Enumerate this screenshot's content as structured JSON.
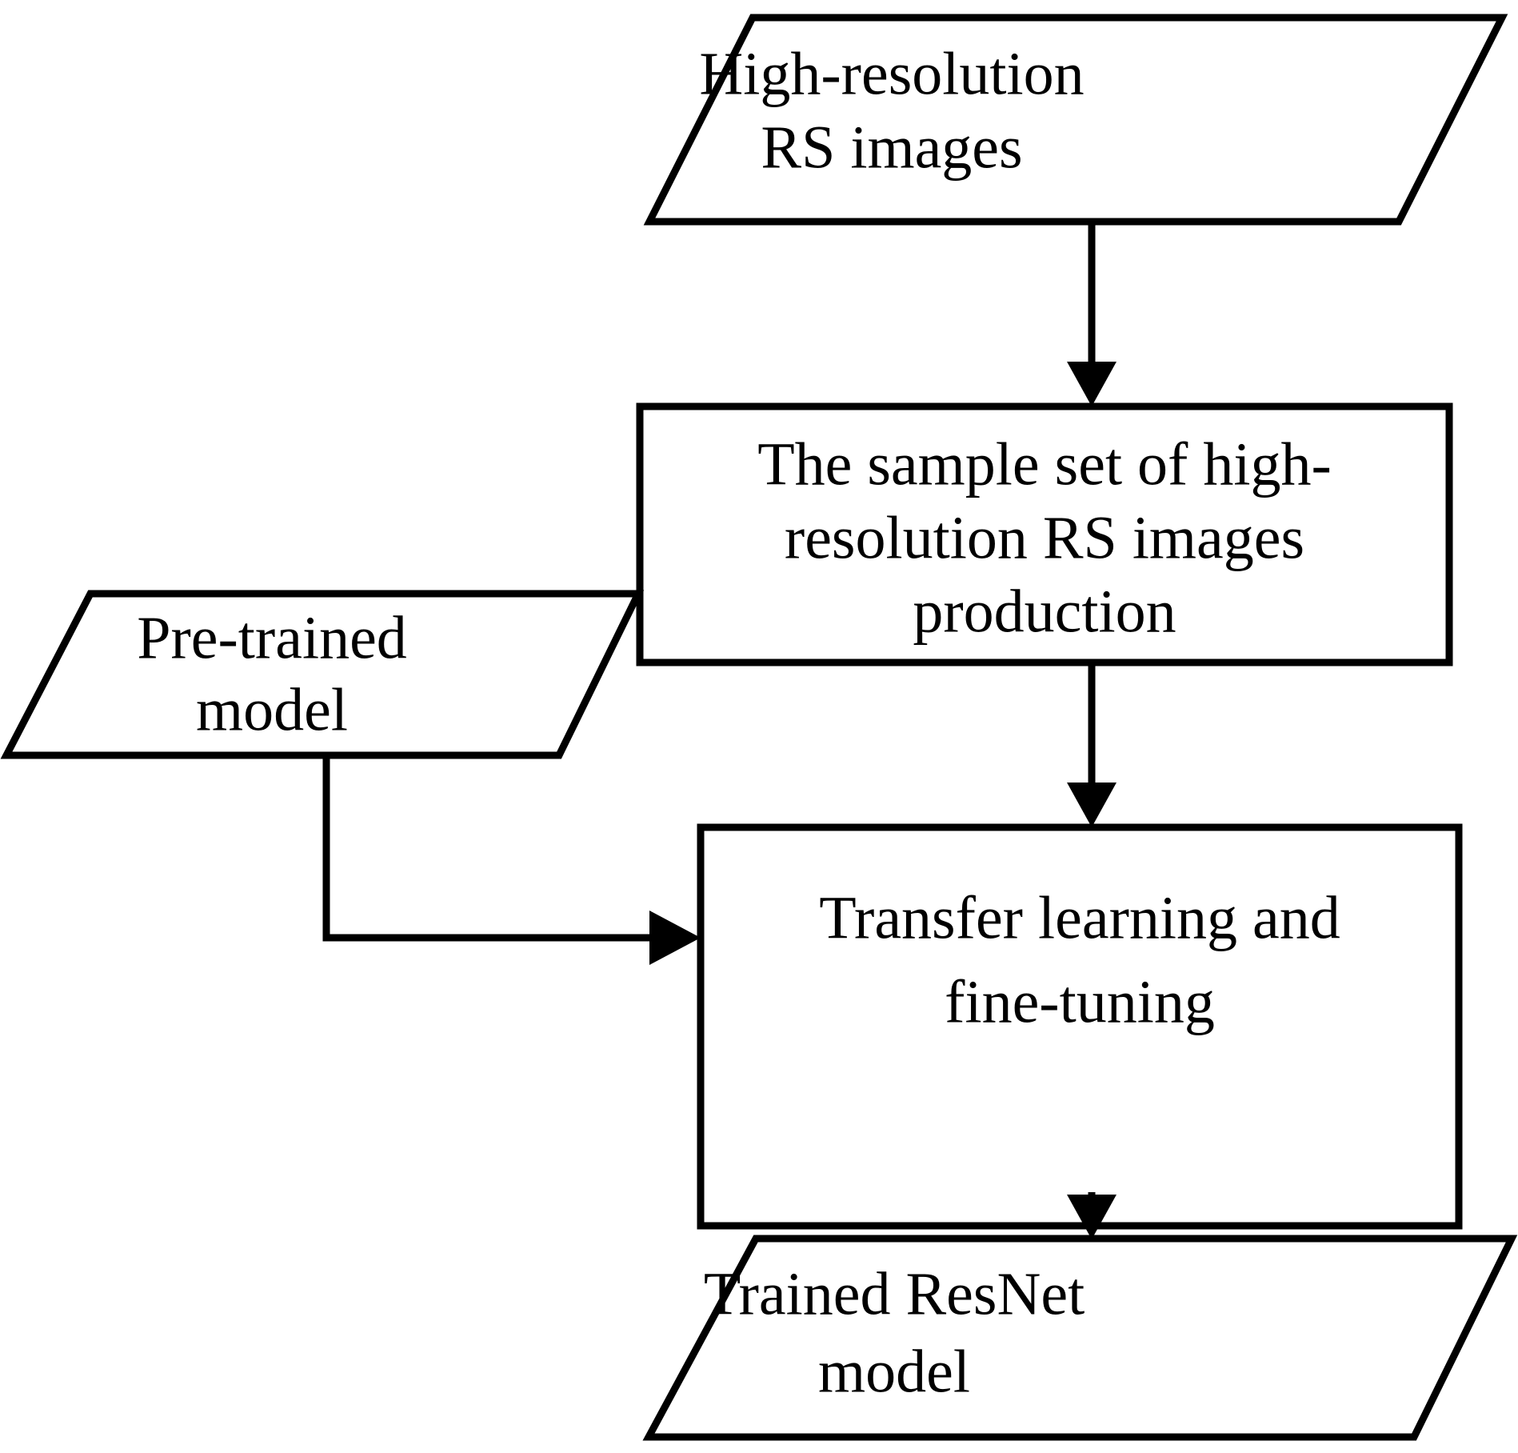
{
  "diagram": {
    "title_visible": false,
    "background_color": "#ffffff",
    "stroke_color": "#000000",
    "text_color": "#000000",
    "nodes": [
      {
        "id": "high-resolution-rs-images",
        "shape": "parallelogram",
        "role": "input-data",
        "lines": [
          "High-resolution",
          "RS images"
        ]
      },
      {
        "id": "sample-set-production",
        "shape": "rectangle",
        "role": "process",
        "lines": [
          "The sample set of high-",
          "resolution RS images",
          "production"
        ]
      },
      {
        "id": "pre-trained-model",
        "shape": "parallelogram",
        "role": "input-data",
        "lines": [
          "Pre-trained",
          "model"
        ]
      },
      {
        "id": "transfer-learning-fine-tuning",
        "shape": "rectangle",
        "role": "process",
        "lines": [
          "Transfer learning and",
          "fine-tuning"
        ]
      },
      {
        "id": "trained-resnet-model",
        "shape": "parallelogram",
        "role": "output-data",
        "lines": [
          "Trained ResNet",
          "model"
        ]
      }
    ],
    "edges": [
      {
        "id": "edge-images-to-sampleset",
        "from": "high-resolution-rs-images",
        "to": "sample-set-production",
        "style": "straight-vertical-arrow"
      },
      {
        "id": "edge-sampleset-to-transfer",
        "from": "sample-set-production",
        "to": "transfer-learning-fine-tuning",
        "style": "straight-vertical-arrow"
      },
      {
        "id": "edge-pretrained-to-transfer",
        "from": "pre-trained-model",
        "to": "transfer-learning-fine-tuning",
        "style": "elbow-down-right-arrow"
      },
      {
        "id": "edge-transfer-to-resnet",
        "from": "transfer-learning-fine-tuning",
        "to": "trained-resnet-model",
        "style": "straight-vertical-arrow"
      }
    ]
  }
}
